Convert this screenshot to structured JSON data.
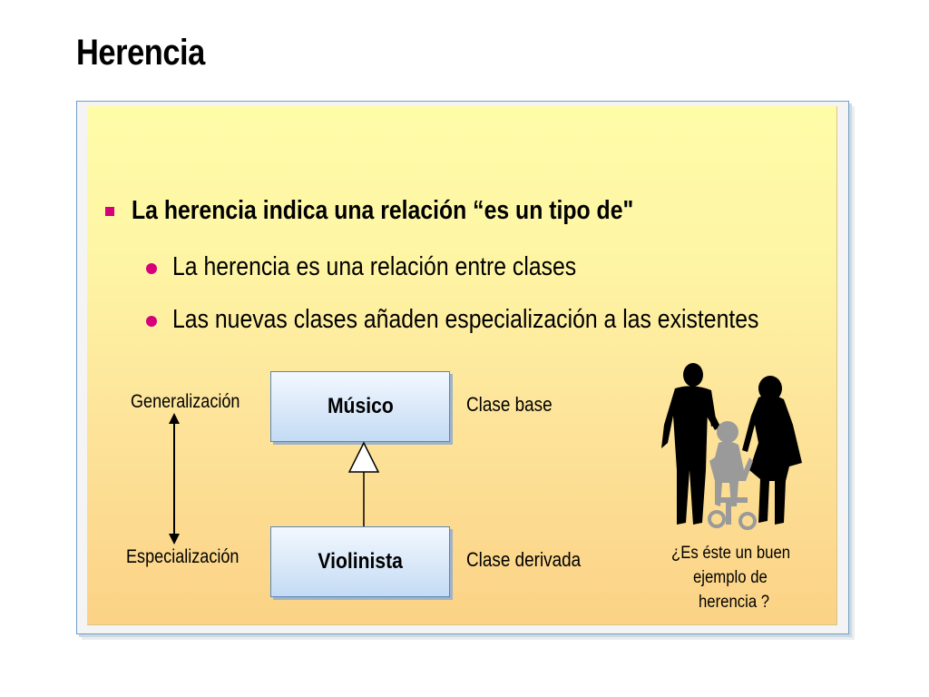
{
  "slide": {
    "title": "Herencia"
  },
  "bullets": {
    "main": "La herencia indica una relación “es un tipo de\"",
    "sub1": "La herencia es una relación entre clases",
    "sub2": "Las nuevas clases añaden especialización a las existentes"
  },
  "diagram": {
    "generalization_label": "Generalización",
    "specialization_label": "Especialización",
    "base_class": "Músico",
    "derived_class": "Violinista",
    "base_class_caption": "Clase base",
    "derived_class_caption": "Clase derivada"
  },
  "illustration": {
    "question_line1": "¿Es éste un buen",
    "question_line2": "ejemplo de",
    "question_line3": "herencia ?"
  },
  "colors": {
    "bullet": "#d6007a",
    "panel_top": "#fffca8",
    "panel_bottom": "#fbd286",
    "class_box_top": "#f3f8ff",
    "class_box_bottom": "#c4dbf4",
    "class_box_border": "#5a86b8"
  }
}
